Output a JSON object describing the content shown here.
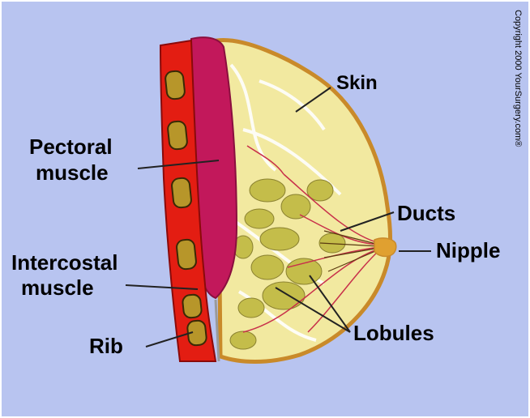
{
  "labels": {
    "skin": "Skin",
    "pectoral_muscle_line1": "Pectoral",
    "pectoral_muscle_line2": "muscle",
    "ducts": "Ducts",
    "nipple": "Nipple",
    "intercostal_muscle_line1": "Intercostal",
    "intercostal_muscle_line2": "muscle",
    "lobules": "Lobules",
    "rib": "Rib"
  },
  "copyright": "Copyright 2000 YourSurgery.com®",
  "colors": {
    "background": "#b8c4f0",
    "rib_band": "#e31d12",
    "rib_bone": "#b7962a",
    "pectoral_muscle": "#c2185b",
    "breast_tissue": "#f2e9a0",
    "skin_outline": "#c98a2a",
    "lobule": "#c4bd4a",
    "duct": "#c8304a",
    "nipple": "#e0a030"
  }
}
